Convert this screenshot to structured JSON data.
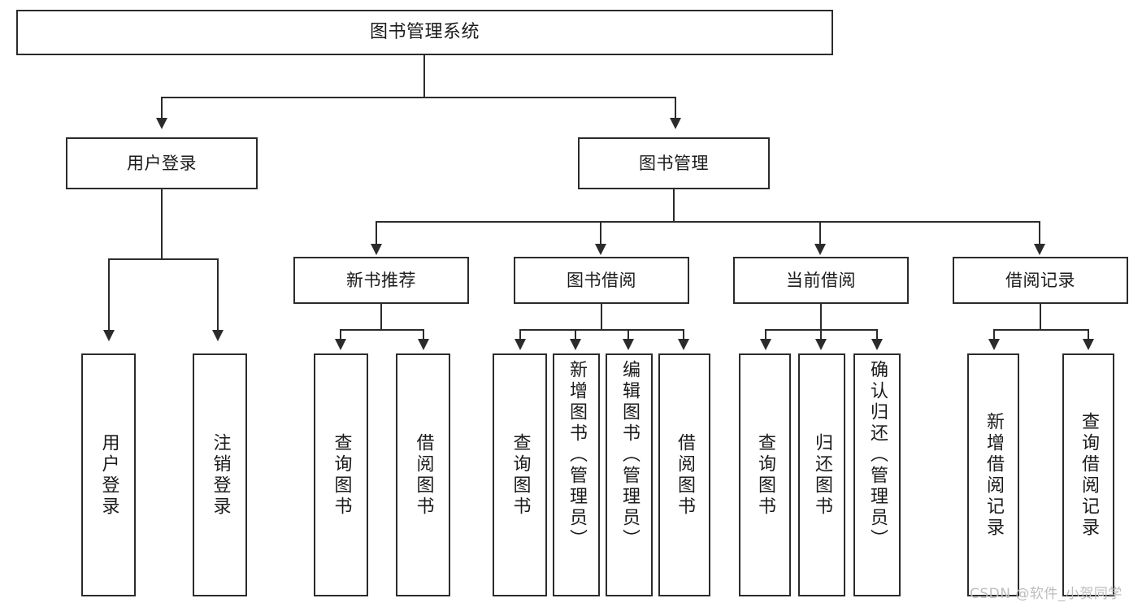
{
  "diagram": {
    "title": "图书管理系统",
    "watermark": "CSDN @软件_小贺同学",
    "accent_color": "#2b2b2b",
    "background_color": "#ffffff",
    "level2": [
      {
        "id": "user-login",
        "label": "用户登录"
      },
      {
        "id": "book-management",
        "label": "图书管理"
      }
    ],
    "level3": [
      {
        "id": "new-book-recommend",
        "label": "新书推荐"
      },
      {
        "id": "book-borrow",
        "label": "图书借阅"
      },
      {
        "id": "current-borrow",
        "label": "当前借阅"
      },
      {
        "id": "borrow-record",
        "label": "借阅记录"
      }
    ],
    "leaves": {
      "user_login": [
        {
          "id": "leaf-user-login",
          "label": "用户登录"
        },
        {
          "id": "leaf-logout-login",
          "label": "注销登录"
        }
      ],
      "new_book_recommend": [
        {
          "id": "leaf-query-book-1",
          "label": "查询图书"
        },
        {
          "id": "leaf-borrow-book-1",
          "label": "借阅图书"
        }
      ],
      "book_borrow": [
        {
          "id": "leaf-query-book-2",
          "label": "查询图书"
        },
        {
          "id": "leaf-add-book",
          "label": "新增图书（管理员）"
        },
        {
          "id": "leaf-edit-book",
          "label": "编辑图书（管理员）"
        },
        {
          "id": "leaf-borrow-book-2",
          "label": "借阅图书"
        }
      ],
      "current_borrow": [
        {
          "id": "leaf-query-book-3",
          "label": "查询图书"
        },
        {
          "id": "leaf-return-book",
          "label": "归还图书"
        },
        {
          "id": "leaf-confirm-return",
          "label": "确认归还（管理员）"
        }
      ],
      "borrow_record": [
        {
          "id": "leaf-add-record",
          "label": "新增借阅记录"
        },
        {
          "id": "leaf-query-record",
          "label": "查询借阅记录"
        }
      ]
    }
  }
}
